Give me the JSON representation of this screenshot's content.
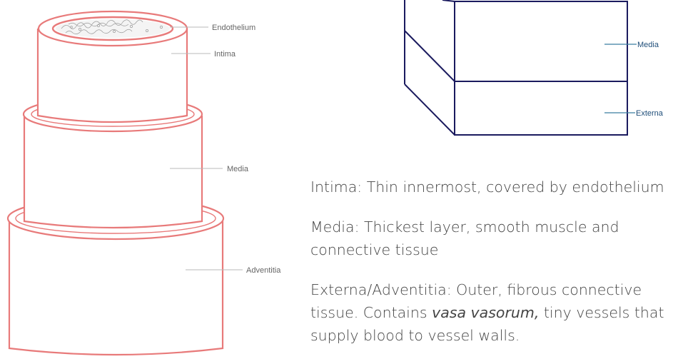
{
  "colors": {
    "vessel_stroke": "#e87a7a",
    "block_stroke": "#1a1a5e",
    "label_line_gray": "#b8b8b8",
    "label_line_blue": "#3b7ea1",
    "label_text_gray": "#666666",
    "label_text_blue": "#1f4e79",
    "body_text": "#444444"
  },
  "vessel_labels": {
    "endothelium": "Endothelium",
    "intima": "Intima",
    "media": "Media",
    "adventitia": "Adventitia"
  },
  "block_labels": {
    "media": "Media",
    "externa": "Externa"
  },
  "descriptions": {
    "intima": "Intima: Thin innermost, covered by endothelium",
    "media": "Media: Thickest layer, smooth muscle and connective tissue",
    "externa_before": "Externa/Adventitia: Outer, fibrous connective tissue. Contains ",
    "externa_italic": "vasa vasorum,",
    "externa_after": " tiny vessels that supply blood to vessel walls."
  }
}
